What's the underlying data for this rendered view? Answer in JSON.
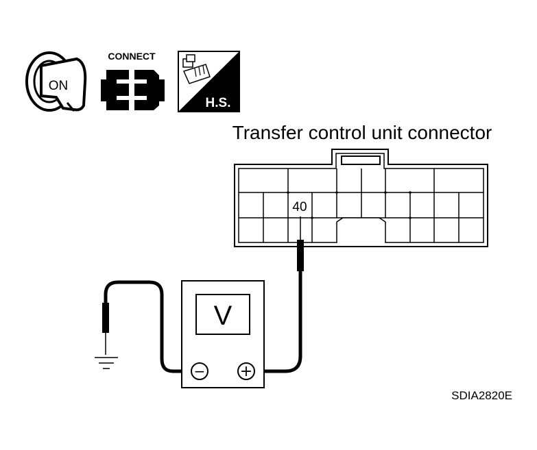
{
  "icons": {
    "ignition_label": "ON",
    "connect_label": "CONNECT",
    "harness_label": "H.S."
  },
  "connector": {
    "title": "Transfer control unit connector",
    "terminal": "40"
  },
  "meter": {
    "symbol": "V",
    "minus": "−",
    "plus": "+"
  },
  "diagram_id": "SDIA2820E"
}
